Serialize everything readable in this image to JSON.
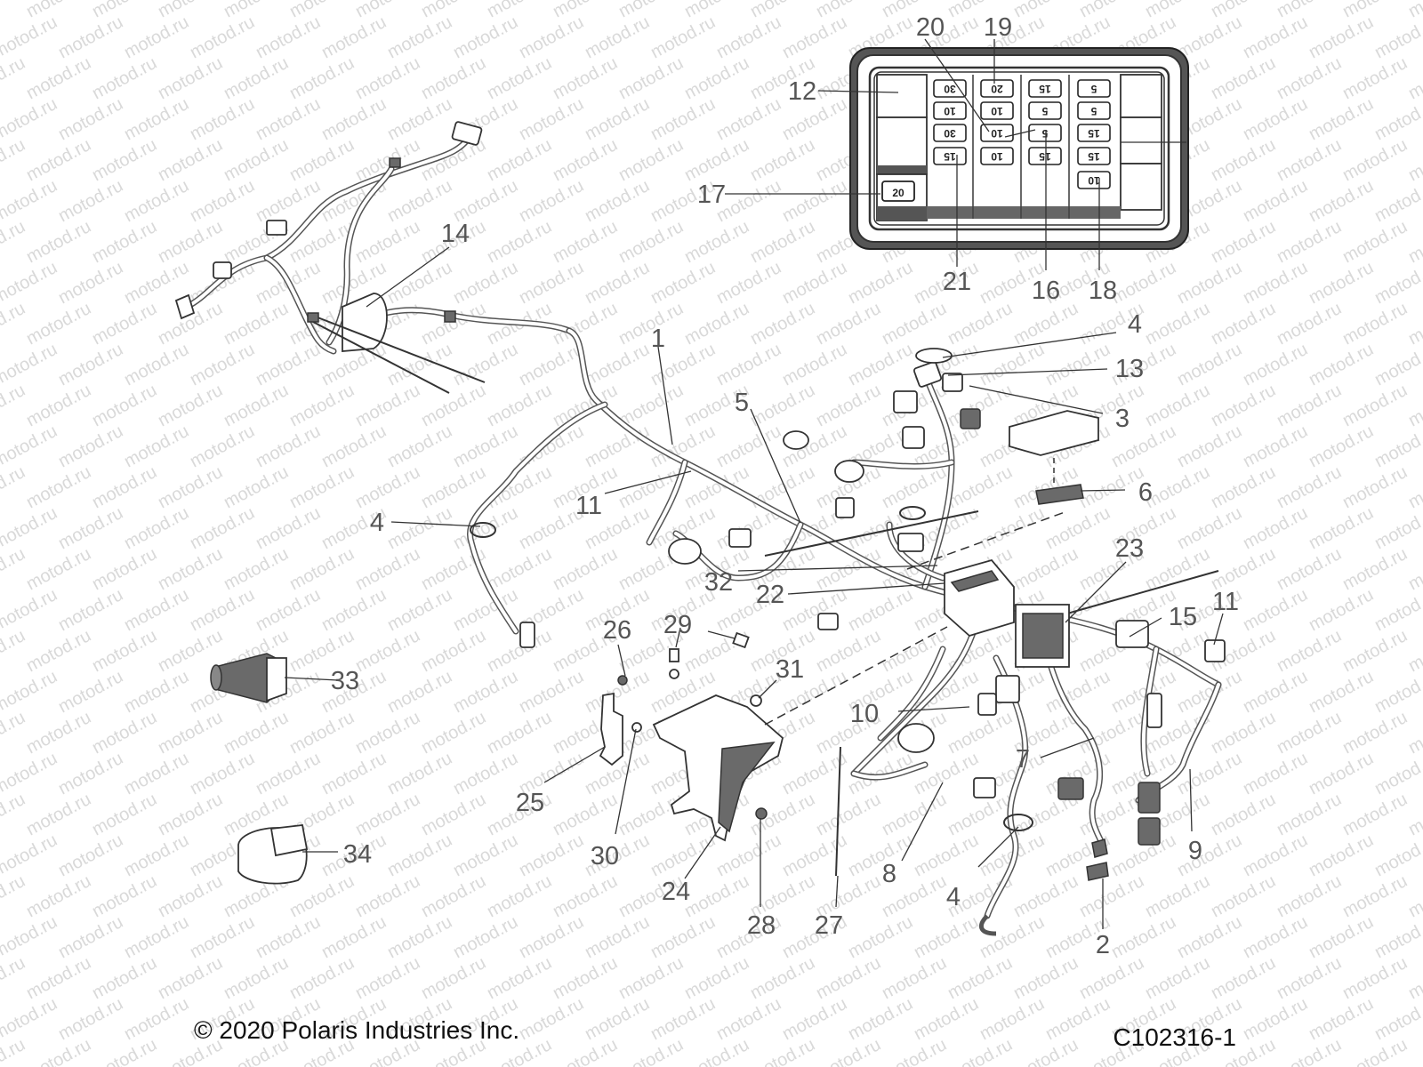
{
  "watermark": "motod.ru",
  "copyright": "© 2020 Polaris Industries Inc.",
  "figure_id": "C102316-1",
  "colors": {
    "text": "#555555",
    "line": "#333333",
    "watermark": "#d9d9d9",
    "fill_dark": "#6a6a6a"
  },
  "fuse_box": {
    "fuses": [
      "30",
      "20",
      "15",
      "5",
      "10",
      "10",
      "5",
      "5",
      "30",
      "10",
      "5",
      "15",
      "15",
      "10",
      "15",
      "15",
      "10",
      "20"
    ]
  },
  "callouts": [
    {
      "id": "c1",
      "label": "1"
    },
    {
      "id": "c2",
      "label": "2"
    },
    {
      "id": "c3",
      "label": "3"
    },
    {
      "id": "c4a",
      "label": "4"
    },
    {
      "id": "c4b",
      "label": "4"
    },
    {
      "id": "c4c",
      "label": "4"
    },
    {
      "id": "c5",
      "label": "5"
    },
    {
      "id": "c6",
      "label": "6"
    },
    {
      "id": "c7",
      "label": "7"
    },
    {
      "id": "c8",
      "label": "8"
    },
    {
      "id": "c9",
      "label": "9"
    },
    {
      "id": "c10",
      "label": "10"
    },
    {
      "id": "c11a",
      "label": "11"
    },
    {
      "id": "c11b",
      "label": "11"
    },
    {
      "id": "c12",
      "label": "12"
    },
    {
      "id": "c13",
      "label": "13"
    },
    {
      "id": "c14",
      "label": "14"
    },
    {
      "id": "c15",
      "label": "15"
    },
    {
      "id": "c16",
      "label": "16"
    },
    {
      "id": "c17",
      "label": "17"
    },
    {
      "id": "c18",
      "label": "18"
    },
    {
      "id": "c19",
      "label": "19"
    },
    {
      "id": "c20",
      "label": "20"
    },
    {
      "id": "c21",
      "label": "21"
    },
    {
      "id": "c22",
      "label": "22"
    },
    {
      "id": "c23",
      "label": "23"
    },
    {
      "id": "c24",
      "label": "24"
    },
    {
      "id": "c25",
      "label": "25"
    },
    {
      "id": "c26",
      "label": "26"
    },
    {
      "id": "c27",
      "label": "27"
    },
    {
      "id": "c28",
      "label": "28"
    },
    {
      "id": "c29",
      "label": "29"
    },
    {
      "id": "c30",
      "label": "30"
    },
    {
      "id": "c31",
      "label": "31"
    },
    {
      "id": "c32",
      "label": "32"
    },
    {
      "id": "c33",
      "label": "33"
    },
    {
      "id": "c34",
      "label": "34"
    }
  ]
}
